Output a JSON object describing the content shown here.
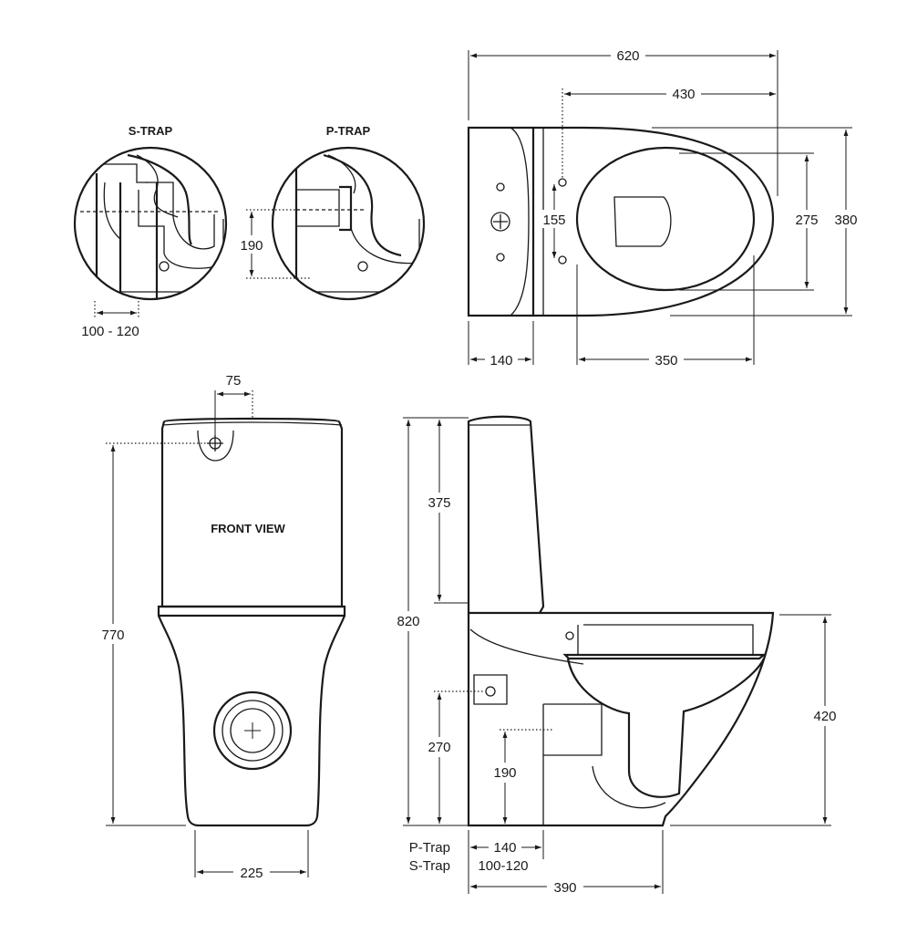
{
  "details": {
    "s_trap_title": "S-TRAP",
    "p_trap_title": "P-TRAP",
    "s_trap_offset": "100 - 120",
    "p_trap_height": "190"
  },
  "plan_view": {
    "overall_depth": "620",
    "pan_to_fixing": "430",
    "overall_width": "380",
    "seat_width": "275",
    "fixing_spacing": "155",
    "cistern_depth": "140",
    "bowl_length": "350"
  },
  "front_view": {
    "title": "FRONT VIEW",
    "inlet_offset": "75",
    "inlet_height": "770",
    "base_width": "225"
  },
  "side_view": {
    "overall_height": "820",
    "cistern_height": "375",
    "pan_height": "420",
    "inlet_height": "270",
    "p_trap_outlet_height": "190",
    "p_trap_label": "P-Trap",
    "s_trap_label": "S-Trap",
    "p_trap_offset": "140",
    "s_trap_offset": "100-120",
    "base_depth": "390"
  }
}
